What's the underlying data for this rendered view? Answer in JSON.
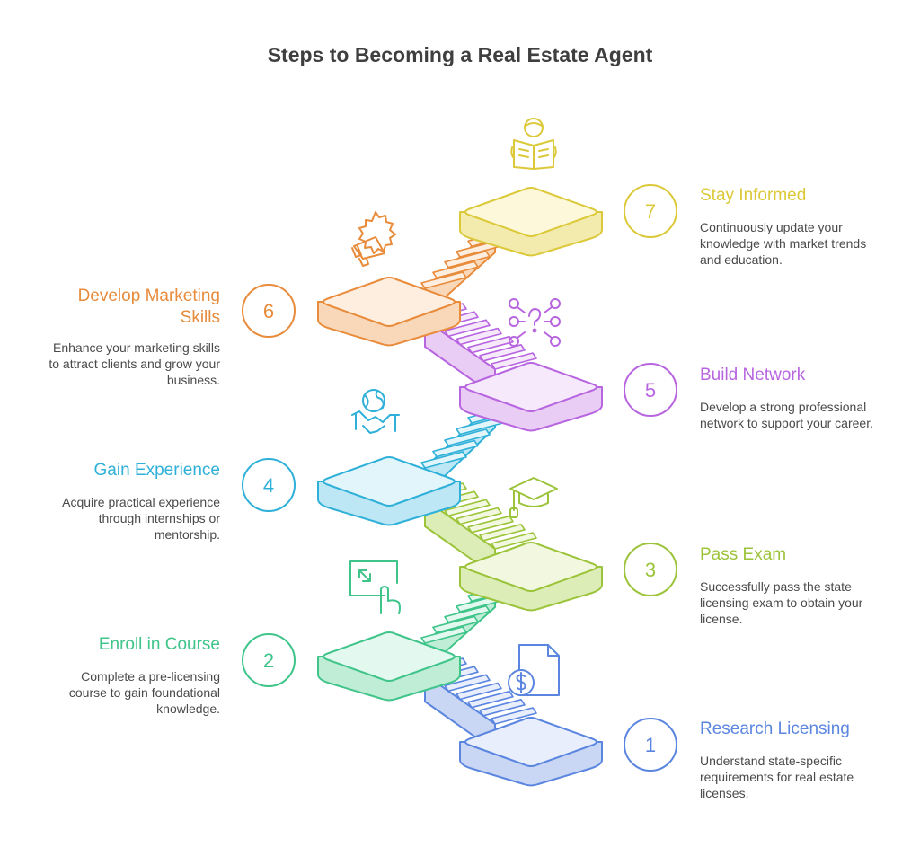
{
  "title": "Steps to Becoming a Real Estate Agent",
  "steps": [
    {
      "number": "1",
      "title": "Research Licensing",
      "description": "Understand state-specific requirements for real estate licenses.",
      "color": "#5b86e0",
      "light": "#e8eefb",
      "mid": "#c9d6f4",
      "icon": "dollar-document-icon"
    },
    {
      "number": "2",
      "title": "Enroll in Course",
      "description": "Complete a pre-licensing course to gain foundational knowledge.",
      "color": "#3fc48a",
      "light": "#e3f8ee",
      "mid": "#bfedd6",
      "icon": "touch-expand-icon"
    },
    {
      "number": "3",
      "title": "Pass Exam",
      "description": "Successfully pass the state licensing exam to obtain your license.",
      "color": "#9cc43a",
      "light": "#f1f8df",
      "mid": "#dcedb7",
      "icon": "graduation-cap-icon"
    },
    {
      "number": "4",
      "title": "Gain Experience",
      "description": "Acquire practical experience through internships or mentorship.",
      "color": "#2fb0d8",
      "light": "#e2f5fb",
      "mid": "#bde7f4",
      "icon": "handshake-globe-icon"
    },
    {
      "number": "5",
      "title": "Build Network",
      "description": "Develop a strong professional network to support your career.",
      "color": "#b865e0",
      "light": "#f6e9fb",
      "mid": "#e9cdf5",
      "icon": "network-question-icon"
    },
    {
      "number": "6",
      "title": "Develop Marketing Skills",
      "description": "Enhance your marketing skills to attract clients and grow your business.",
      "color": "#e88b3b",
      "light": "#fdeedf",
      "mid": "#f8d8b9",
      "icon": "megaphone-icon"
    },
    {
      "number": "7",
      "title": "Stay Informed",
      "description": "Continuously update your knowledge with market trends and education.",
      "color": "#dcc93a",
      "light": "#fcf8d9",
      "mid": "#f3ebad",
      "icon": "reading-person-icon"
    }
  ]
}
